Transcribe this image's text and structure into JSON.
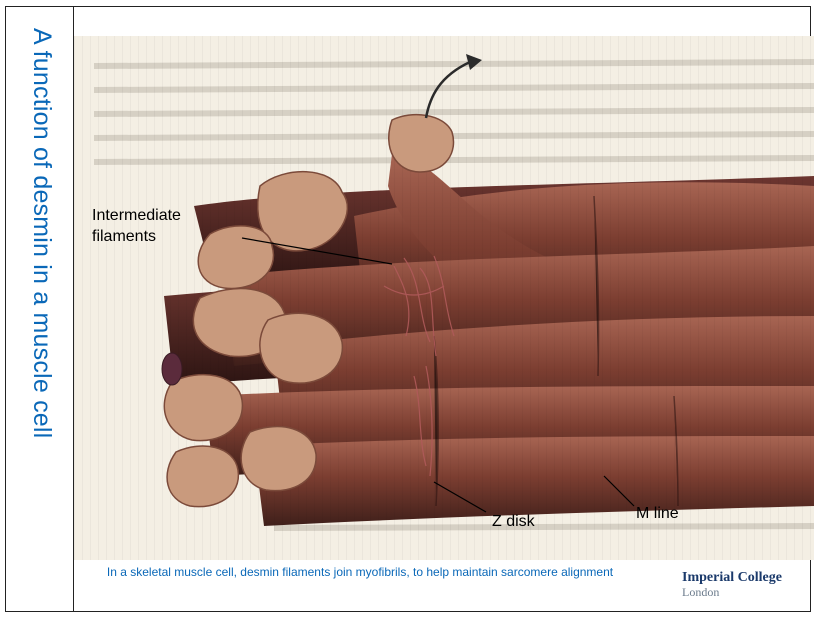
{
  "slide": {
    "title": "A function of desmin in a muscle cell",
    "caption": "In a skeletal muscle cell, desmin filaments join myofibrils, to help maintain sarcomere alignment"
  },
  "figure": {
    "labels": {
      "intermediate_line1": "Intermediate",
      "intermediate_line2": "filaments",
      "z_disk": "Z disk",
      "m_line": "M line"
    },
    "colors": {
      "background_paper": "#f3ede0",
      "fibril_body": "#8a4a3a",
      "fibril_dark": "#4a2620",
      "fibril_end": "#c79678",
      "filament": "#b06060"
    }
  },
  "logo": {
    "line1": "Imperial College",
    "line2": "London"
  }
}
